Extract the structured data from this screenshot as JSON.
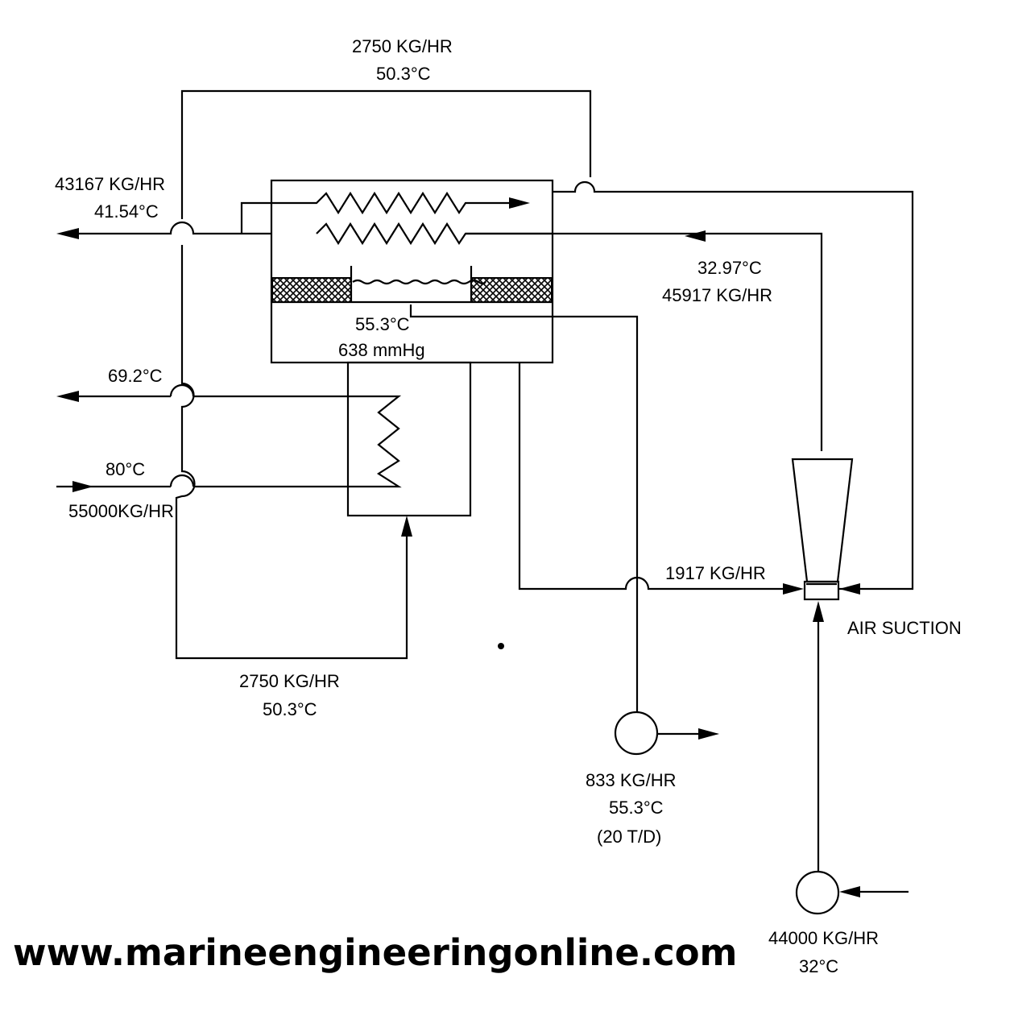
{
  "labels": {
    "top_flow": "2750 KG/HR",
    "top_temp": "50.3°C",
    "left_out_flow": "43167 KG/HR",
    "left_out_temp": "41.54°C",
    "cond_in_temp": "32.97°C",
    "cond_in_flow": "45917 KG/HR",
    "shell_temp": "55.3°C",
    "shell_pressure": "638 mmHg",
    "hw_out_temp": "69.2°C",
    "hw_in_temp": "80°C",
    "hw_in_flow": "55000KG/HR",
    "brine_flow": "1917 KG/HR",
    "air_suction": "AIR SUCTION",
    "bottom_flow": "2750 KG/HR",
    "bottom_temp": "50.3°C",
    "product_flow": "833 KG/HR",
    "product_temp": "55.3°C",
    "product_capacity": "(20 T/D)",
    "pump_flow": "44000 KG/HR",
    "pump_temp": "32°C"
  },
  "website": "www.marineengineeringonline.com"
}
